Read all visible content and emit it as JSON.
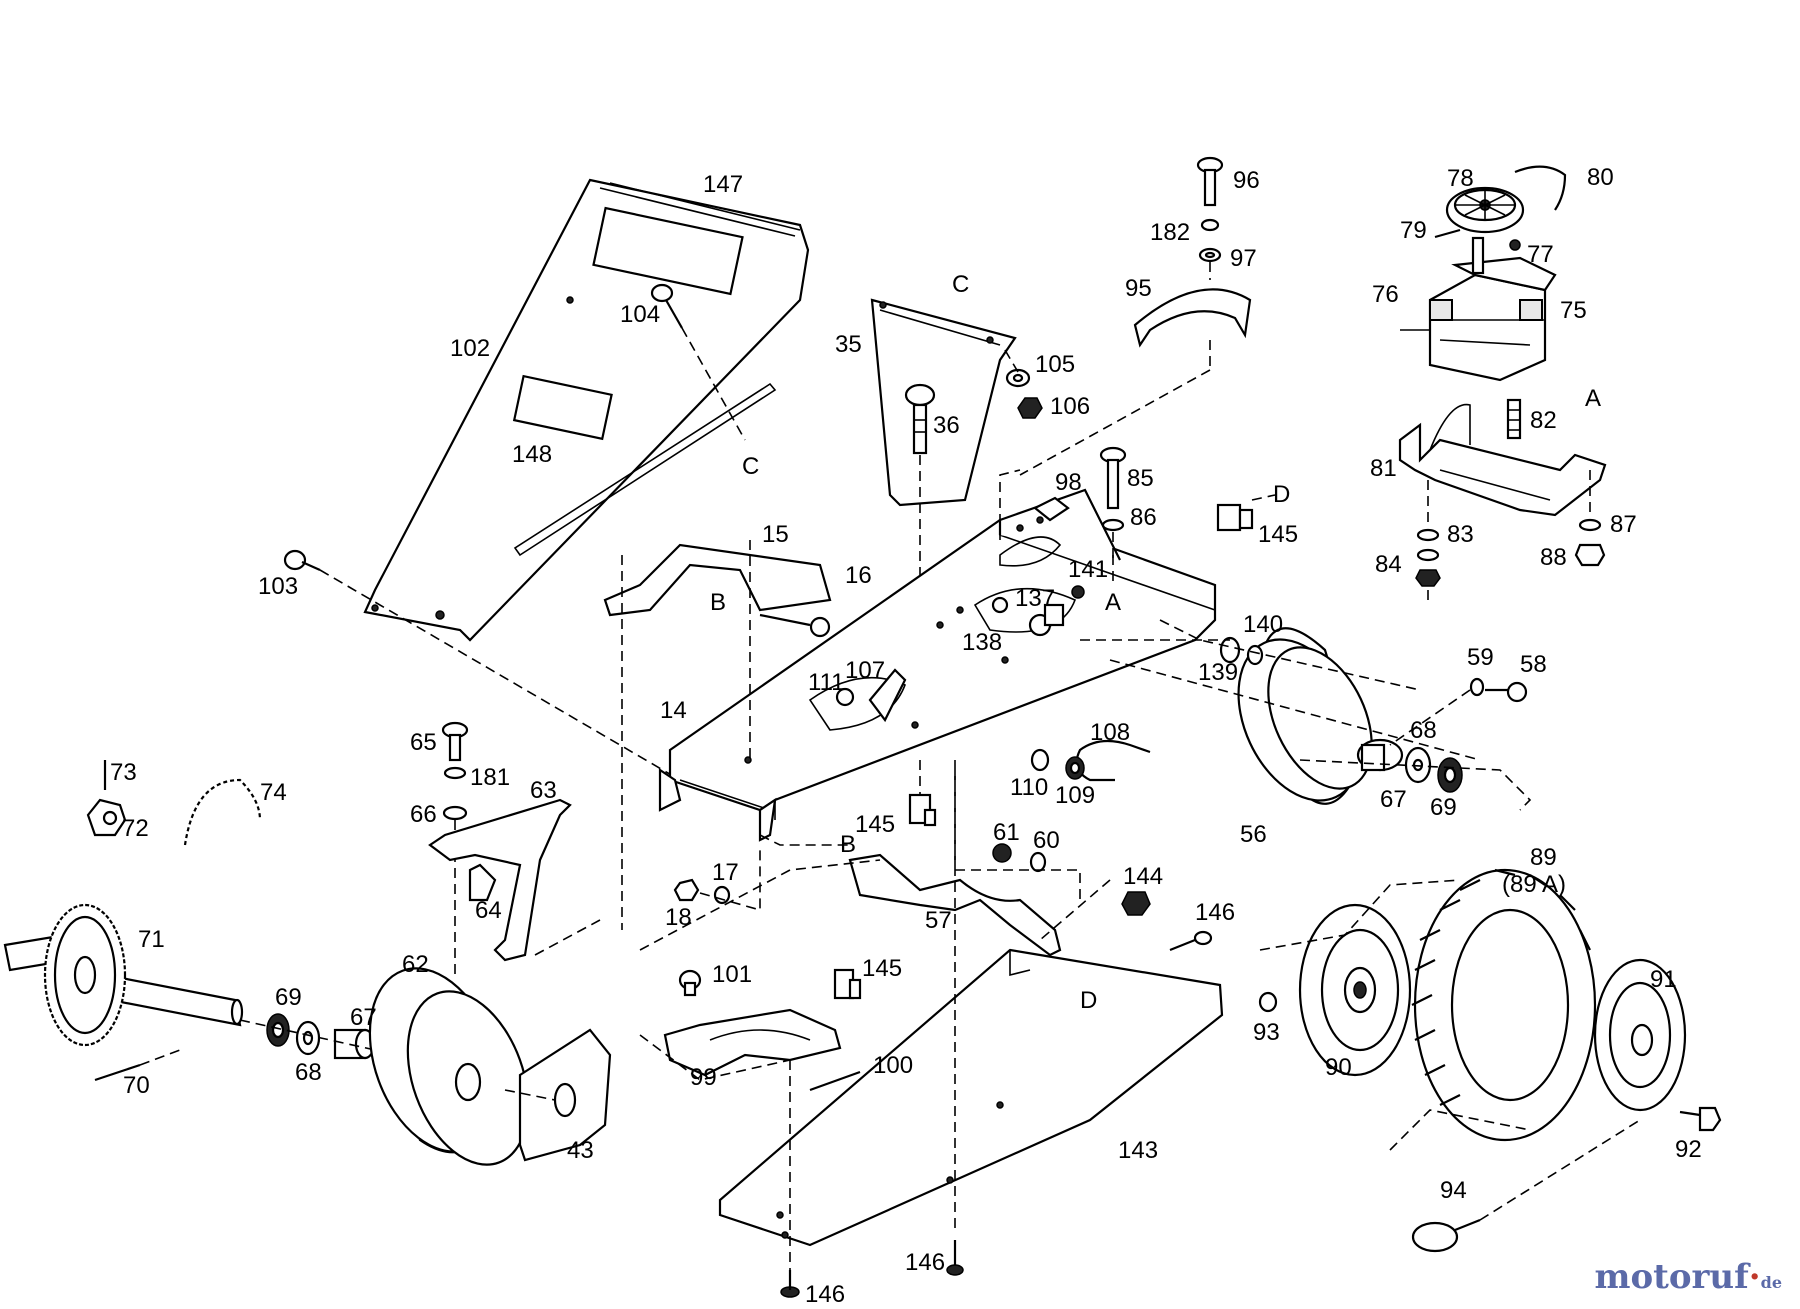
{
  "watermark": {
    "main": "motoruf",
    "dot": "·",
    "tld": "de"
  },
  "labels": {
    "l147": "147",
    "l102": "102",
    "l104": "104",
    "l148": "148",
    "lC1": "C",
    "l103": "103",
    "l35": "35",
    "lC2": "C",
    "l105": "105",
    "l106": "106",
    "l36": "36",
    "l96": "96",
    "l182": "182",
    "l97": "97",
    "l95": "95",
    "l78": "78",
    "l80": "80",
    "l79": "79",
    "l77": "77",
    "l76": "76",
    "l75": "75",
    "lA1": "A",
    "l82": "82",
    "l81": "81",
    "l83": "83",
    "l87": "87",
    "l84": "84",
    "l88": "88",
    "l85": "85",
    "l86": "86",
    "lD1": "D",
    "l145a": "145",
    "l98": "98",
    "l15": "15",
    "l16": "16",
    "lB1": "B",
    "l141": "141",
    "lA2": "A",
    "l137": "137",
    "l138": "138",
    "l140": "140",
    "l139": "139",
    "l59": "59",
    "l58": "58",
    "l111": "111",
    "l107": "107",
    "l14": "14",
    "l108": "108",
    "l68a": "68",
    "l67a": "67",
    "l69a": "69",
    "l56": "56",
    "l65": "65",
    "l181": "181",
    "l63": "63",
    "l66": "66",
    "l110": "110",
    "l109": "109",
    "l145b": "145",
    "lB2": "B",
    "l73": "73",
    "l72": "72",
    "l74": "74",
    "l61": "61",
    "l60": "60",
    "l17": "17",
    "l18": "18",
    "l64": "64",
    "l57": "57",
    "l144": "144",
    "l89": "89",
    "l89A": "(89 A)",
    "l146a": "146",
    "l71": "71",
    "l62": "62",
    "l101": "101",
    "l145c": "145",
    "lD2": "D",
    "l91": "91",
    "l69b": "69",
    "l67b": "67",
    "l68b": "68",
    "l93": "93",
    "l90": "90",
    "l99": "99",
    "l100": "100",
    "l70": "70",
    "l43": "43",
    "l143": "143",
    "l92": "92",
    "l94": "94",
    "l146b": "146",
    "l146c": "146"
  }
}
